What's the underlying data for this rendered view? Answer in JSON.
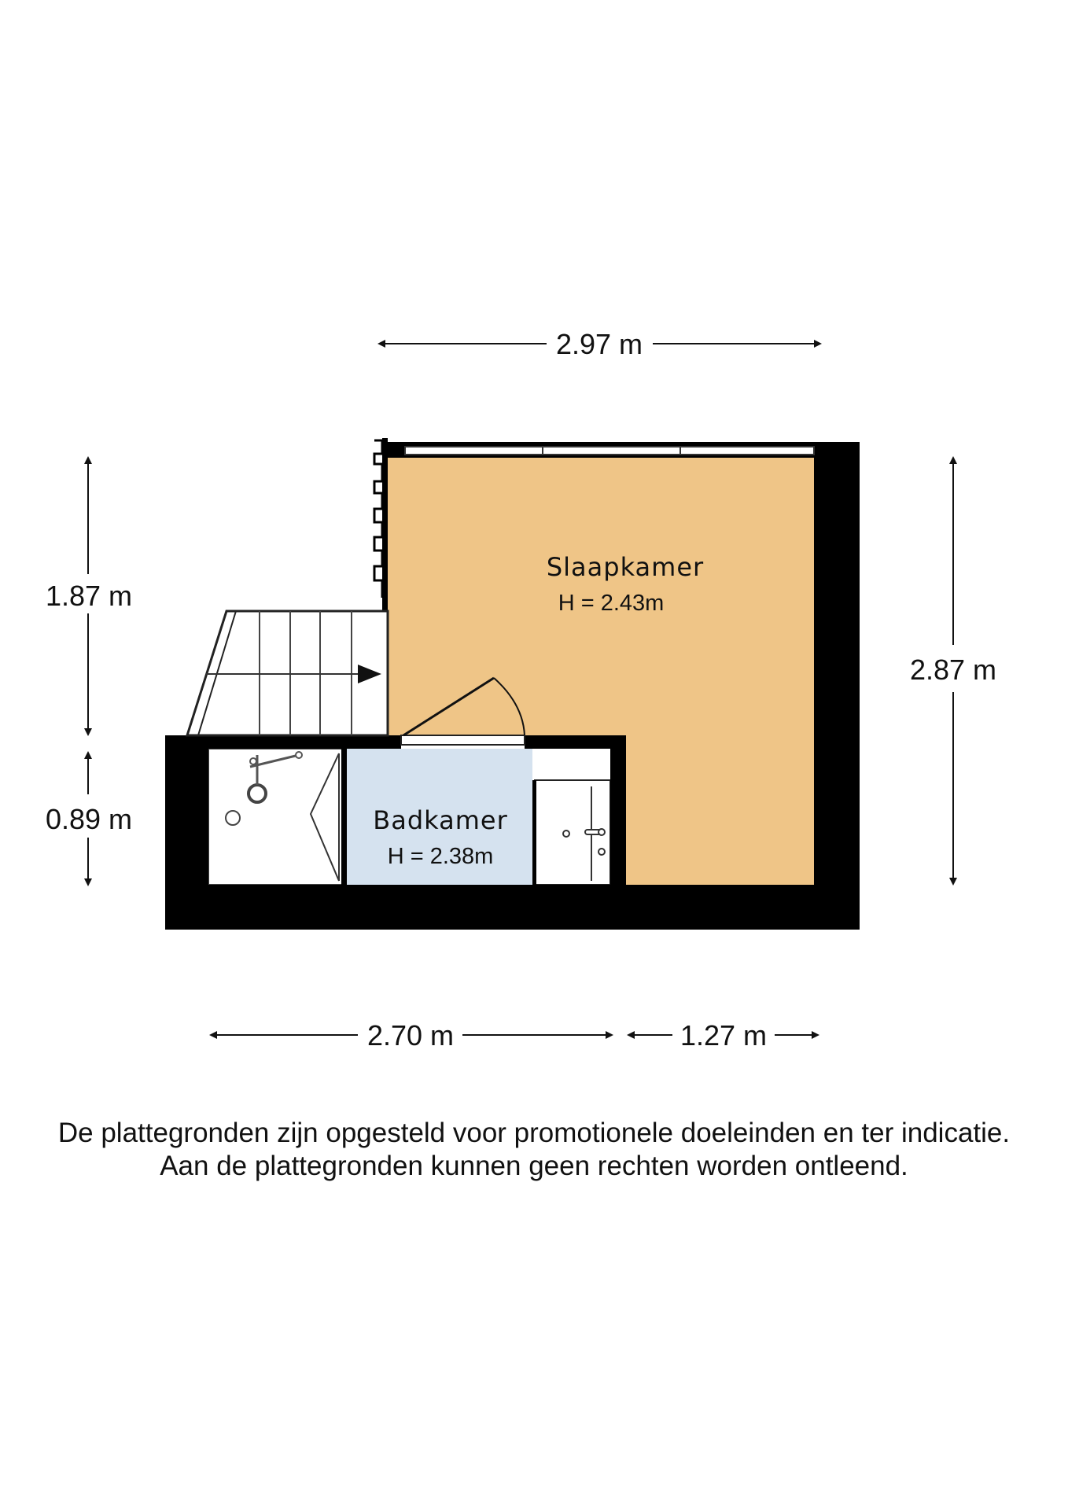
{
  "floorplan": {
    "rooms": [
      {
        "name": "Slaapkamer",
        "height": "H = 2.43m",
        "color": "#efc587"
      },
      {
        "name": "Badkamer",
        "height": "H = 2.38m",
        "color": "#d5e2ef"
      }
    ],
    "dimensions": {
      "top_width": "2.97 m",
      "left_upper_height": "1.87 m",
      "left_lower_height": "0.89 m",
      "right_height": "2.87 m",
      "bottom_left_width": "2.70 m",
      "bottom_right_width": "1.27 m"
    },
    "wall_color": "#000000"
  },
  "disclaimer": {
    "line1": "De plattegronden zijn opgesteld voor promotionele doeleinden en ter indicatie.",
    "line2": "Aan de plattegronden kunnen geen rechten worden ontleend."
  }
}
